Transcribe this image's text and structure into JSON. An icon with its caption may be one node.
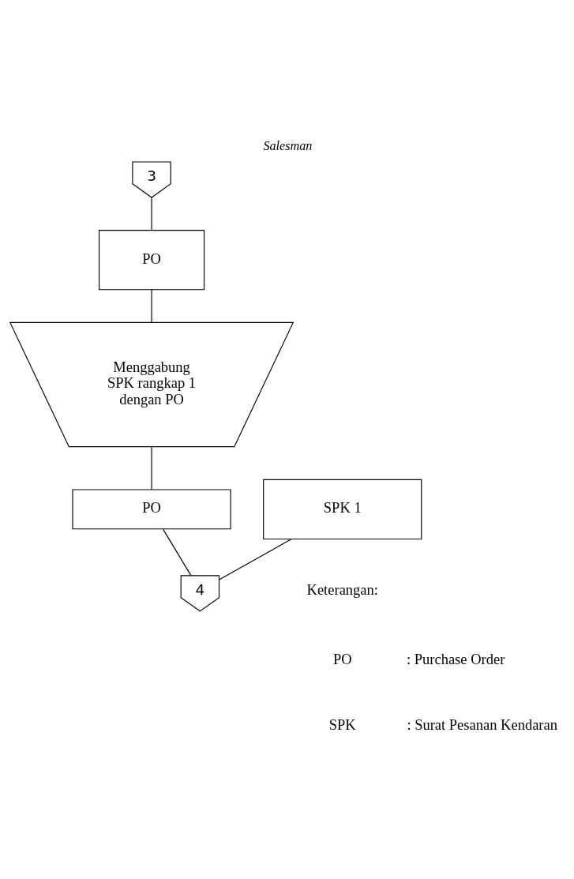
{
  "diagram": {
    "title": "Salesman",
    "nodes": [
      {
        "text": [
          "3"
        ]
      },
      {
        "text": [
          "PO"
        ]
      },
      {
        "text": [
          "Menggabung SPK rangkap 1 dengan PO"
        ]
      },
      {
        "text": [
          "PO"
        ]
      },
      {
        "text": [
          "SPK 1"
        ]
      },
      {
        "text": [
          "4"
        ]
      }
    ],
    "edges": [
      {
        "from": 0,
        "to": 1,
        "arrow": "none"
      },
      {
        "from": 1,
        "to": 2,
        "arrow": "none"
      },
      {
        "from": 2,
        "to": 3,
        "arrow": "none"
      },
      {
        "from": 3,
        "to": 5,
        "arrow": "none"
      },
      {
        "from": 4,
        "to": 5,
        "arrow": "none"
      }
    ],
    "labels": [
      "Keterangan:",
      "PO",
      ": Purchase Order",
      "SPK",
      ": Surat Pesanan Kendaran"
    ]
  }
}
